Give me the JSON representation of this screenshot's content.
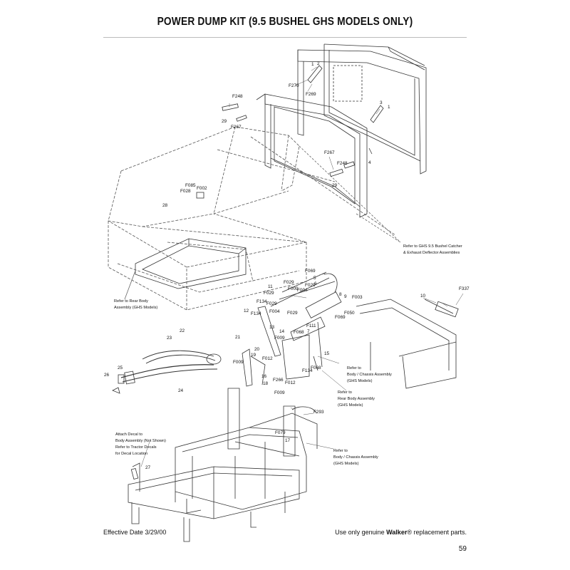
{
  "title": "POWER DUMP KIT (9.5 BUSHEL GHS MODELS ONLY)",
  "footer": {
    "effective_date": "Effective Date 3/29/00",
    "tagline_pre": "Use only genuine ",
    "tagline_brand": "Walker",
    "tagline_post": "® replacement parts.",
    "page_number": "59"
  },
  "labels": {
    "l1a": "1",
    "l2a": "2",
    "f270": "F270",
    "f269": "F269",
    "f248a": "F248",
    "l29a": "29",
    "f267a": "F267",
    "l3": "3",
    "l1b": "1",
    "l4": "4",
    "f267b": "F267",
    "f248b": "F248",
    "l29b": "29",
    "f085": "F085",
    "f028": "F028",
    "f002": "F002",
    "l28": "28",
    "f069a": "F069",
    "f029a": "F029",
    "l11": "11",
    "l5": "5",
    "l6": "6",
    "f029b": "F029",
    "f009a": "F009",
    "f004a": "F004",
    "f029c": "F029",
    "l8": "8",
    "l9": "9",
    "f003": "F003",
    "l12": "12",
    "f134a": "F134",
    "f029d": "F029",
    "f029e": "F029",
    "f004b": "F004",
    "f050": "F050",
    "f069b": "F069",
    "l13": "13",
    "l14": "14",
    "f111": "F111",
    "f134b": "F134",
    "l21": "21",
    "f009b": "F009",
    "f068a": "F068",
    "l7": "7",
    "l20": "20",
    "l19": "19",
    "f012a": "F012",
    "l15": "15",
    "f134c": "F134",
    "f068b": "F068",
    "f009c": "F009",
    "l16": "16",
    "l18": "18",
    "f266": "F266",
    "f012b": "F012",
    "l22": "22",
    "l23": "23",
    "l25": "25",
    "l26": "26",
    "l24": "24",
    "l10": "10",
    "f337": "F337",
    "f009d": "F009",
    "f293": "F293",
    "f079": "F079",
    "l17": "17",
    "l27": "27"
  },
  "notes": {
    "catcher": [
      "Refer to GHS 9.5 Bushel Catcher",
      "& Exhaust Deflector Assemblies"
    ],
    "rear_body_left": [
      "Refer to Rear Body",
      "Assembly (GHS Models)"
    ],
    "body_chassis_right": [
      "Refer to",
      "Body / Chassis Assembly",
      "(GHS Models)"
    ],
    "rear_body_mid": [
      "Refer to",
      "Rear Body Assembly",
      "(GHS Models)"
    ],
    "attach_decal": [
      "Attach Decal to",
      "Body Assembly  (Not Shown)",
      "Refer to Tractor Decals",
      "for Decal Location"
    ],
    "body_chassis_lower": [
      "Refer to",
      "Body / Chassis Assembly",
      "(GHS Models)"
    ]
  }
}
